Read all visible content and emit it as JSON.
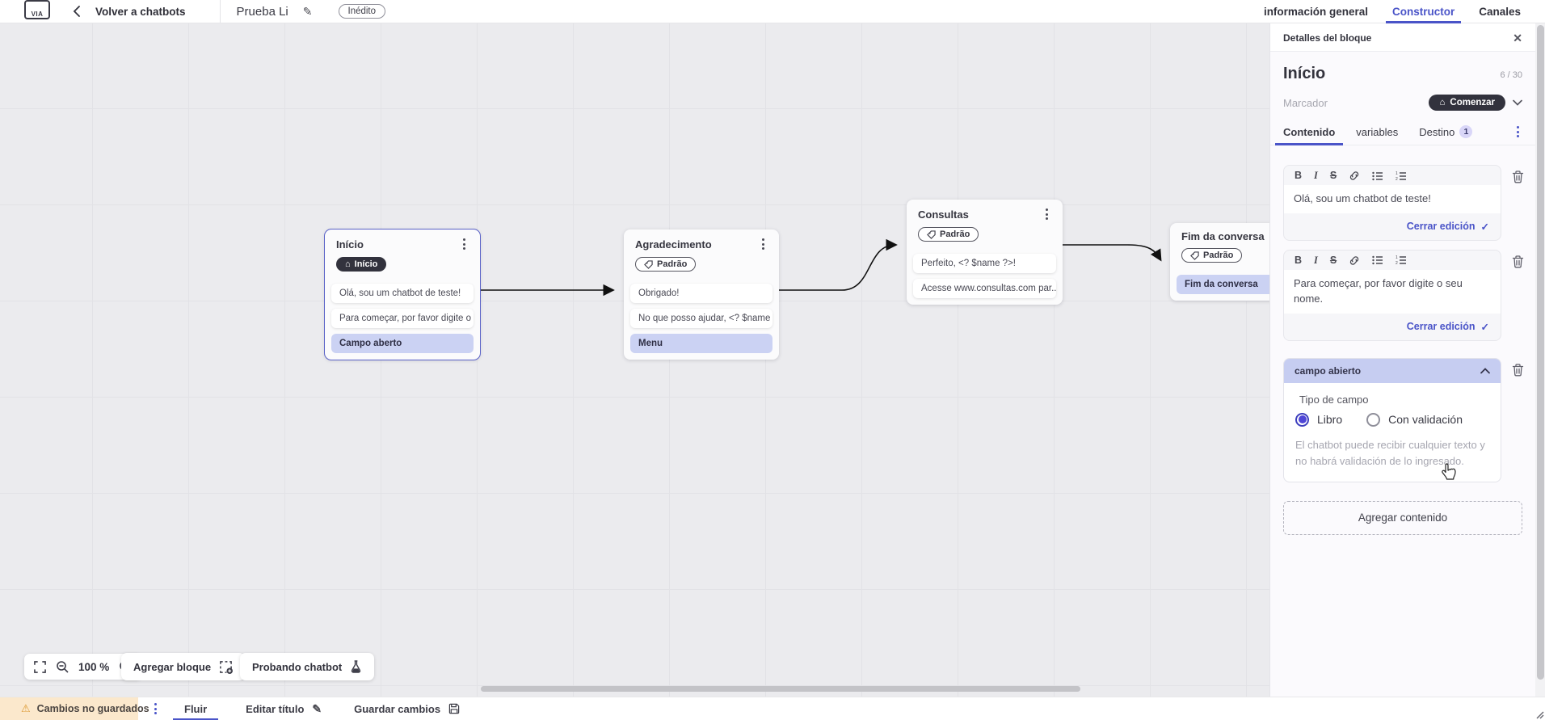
{
  "icons": {
    "warning": "⚠",
    "check": "✓",
    "home": "⌂",
    "pencil": "✎",
    "close": "✕"
  },
  "colors": {
    "accent": "#4a54c8",
    "dark_pill": "#32323d",
    "highlight": "#cbd2f3",
    "warning_bg": "#fbe8cc"
  },
  "topbar": {
    "logo": "VIA",
    "back_label": "Volver a chatbots",
    "title": "Prueba Li",
    "status_badge": "Inédito",
    "tabs": [
      {
        "label": "información general"
      },
      {
        "label": "Constructor"
      },
      {
        "label": "Canales"
      }
    ]
  },
  "canvas": {
    "blocks": [
      {
        "title": "Início",
        "badge": "Início",
        "rows": [
          {
            "text": "Olá, sou um chatbot de teste!"
          },
          {
            "text": "Para começar, por favor digite o ..."
          },
          {
            "text": "Campo aberto"
          }
        ]
      },
      {
        "title": "Agradecimento",
        "badge": "Padrão",
        "rows": [
          {
            "text": "Obrigado!"
          },
          {
            "text": "No que posso ajudar, <? $name ..."
          },
          {
            "text": "Menu"
          }
        ]
      },
      {
        "title": "Consultas",
        "badge": "Padrão",
        "rows": [
          {
            "text": "Perfeito, <? $name ?>!"
          },
          {
            "text": "Acesse www.consultas.com par..."
          }
        ]
      },
      {
        "title": "Fim da conversa",
        "badge": "Padrão",
        "rows": [
          {
            "text": "Fim da conversa"
          }
        ]
      }
    ],
    "controls": {
      "zoom_level": "100 %",
      "add_block_label": "Agregar bloque",
      "test_chatbot_label": "Probando chatbot"
    }
  },
  "panel": {
    "header": "Detalles del bloque",
    "block_name": "Início",
    "name_counter": "6 / 30",
    "marker_label": "Marcador",
    "marker_value": "Comenzar",
    "tabs": [
      {
        "label": "Contenido"
      },
      {
        "label": "variables"
      },
      {
        "label": "Destino",
        "badge": "1"
      }
    ],
    "editors": [
      {
        "text": "Olá, sou um chatbot de teste!",
        "close_label": "Cerrar edición"
      },
      {
        "text": "Para começar, por favor digite o seu nome.",
        "close_label": "Cerrar edición"
      }
    ],
    "open_field": {
      "header": "campo abierto",
      "type_label": "Tipo de campo",
      "options": [
        {
          "label": "Libro"
        },
        {
          "label": "Con validación"
        }
      ],
      "helper": "El chatbot puede recibir cualquier texto y no habrá validación de lo ingresado."
    },
    "add_content_label": "Agregar contenido"
  },
  "bottombar": {
    "warning": "Cambios no guardados",
    "tab": "Fluir",
    "edit_title_label": "Editar título",
    "save_label": "Guardar cambios"
  }
}
